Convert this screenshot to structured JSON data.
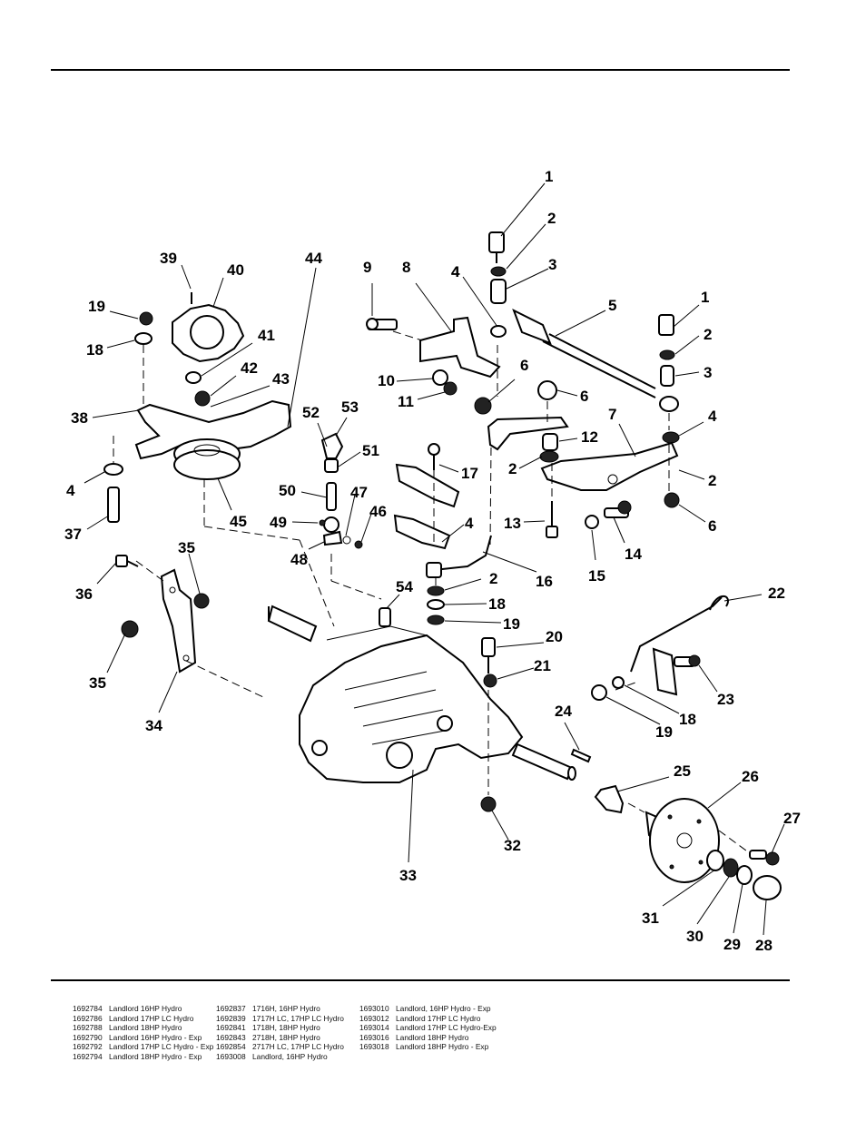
{
  "callouts": [
    "1",
    "2",
    "3",
    "4",
    "5",
    "1",
    "2",
    "3",
    "9",
    "8",
    "4",
    "39",
    "40",
    "44",
    "19",
    "18",
    "41",
    "42",
    "43",
    "38",
    "10",
    "11",
    "6",
    "6",
    "7",
    "4",
    "52",
    "53",
    "51",
    "12",
    "17",
    "2",
    "2",
    "4",
    "37",
    "45",
    "50",
    "47",
    "49",
    "46",
    "48",
    "4",
    "13",
    "15",
    "14",
    "6",
    "36",
    "35",
    "16",
    "2",
    "18",
    "54",
    "19",
    "22",
    "35",
    "20",
    "21",
    "23",
    "18",
    "34",
    "19",
    "24",
    "25",
    "26",
    "27",
    "32",
    "33",
    "31",
    "30",
    "29",
    "28"
  ],
  "legend": {
    "columns": [
      [
        {
          "num": "1692784",
          "desc": "Landlord 16HP Hydro"
        },
        {
          "num": "1692786",
          "desc": "Landlord 17HP LC Hydro"
        },
        {
          "num": "1692788",
          "desc": "Landlord 18HP Hydro"
        },
        {
          "num": "1692790",
          "desc": "Landlord 16HP Hydro - Exp"
        },
        {
          "num": "1692792",
          "desc": "Landlord 17HP LC Hydro - Exp"
        },
        {
          "num": "1692794",
          "desc": "Landlord 18HP Hydro - Exp"
        }
      ],
      [
        {
          "num": "1692837",
          "desc": "1716H, 16HP Hydro"
        },
        {
          "num": "1692839",
          "desc": "1717H LC, 17HP LC Hydro"
        },
        {
          "num": "1692841",
          "desc": "1718H, 18HP Hydro"
        },
        {
          "num": "1692843",
          "desc": "2718H, 18HP Hydro"
        },
        {
          "num": "1692854",
          "desc": "2717H LC, 17HP LC Hydro"
        },
        {
          "num": "1693008",
          "desc": "Landlord, 16HP Hydro"
        }
      ],
      [
        {
          "num": "1693010",
          "desc": "Landlord, 16HP Hydro - Exp"
        },
        {
          "num": "1693012",
          "desc": "Landlord 17HP LC Hydro"
        },
        {
          "num": "1693014",
          "desc": "Landlord 17HP LC Hydro-Exp"
        },
        {
          "num": "1693016",
          "desc": "Landlord 18HP Hydro"
        },
        {
          "num": "1693018",
          "desc": "Landlord 18HP Hydro - Exp"
        }
      ]
    ]
  }
}
